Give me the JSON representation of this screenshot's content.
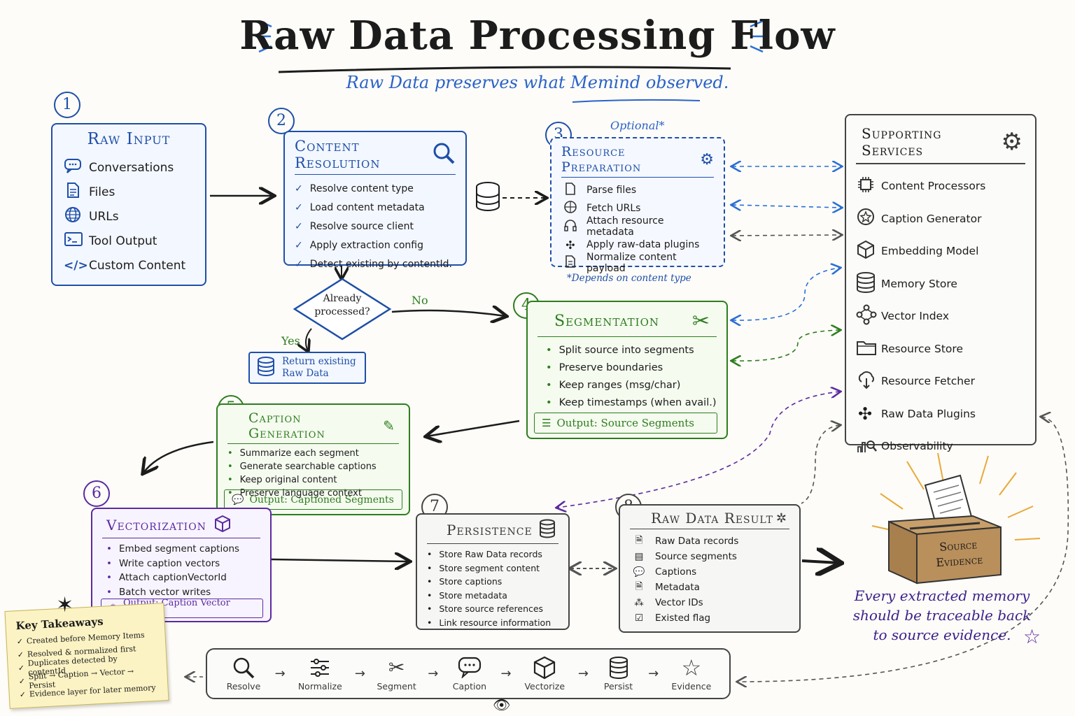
{
  "title": "Raw Data Processing Flow",
  "subtitle": "Raw Data preserves what Memind observed.",
  "step1": {
    "num": "1",
    "title": "Raw Input",
    "items": [
      {
        "icon": "chat-icon",
        "label": "Conversations"
      },
      {
        "icon": "file-icon",
        "label": "Files"
      },
      {
        "icon": "globe-icon",
        "label": "URLs"
      },
      {
        "icon": "terminal-icon",
        "label": "Tool Output"
      },
      {
        "icon": "code-icon",
        "label": "Custom Content"
      }
    ]
  },
  "step2": {
    "num": "2",
    "title": "Content Resolution",
    "items": [
      "Resolve content type",
      "Load content metadata",
      "Resolve source client",
      "Apply extraction config",
      "Detect existing by contentId."
    ]
  },
  "decision": {
    "label_line1": "Already",
    "label_line2": "processed?",
    "no": "No",
    "yes": "Yes"
  },
  "return_box": {
    "line1": "Return existing",
    "line2": "Raw Data"
  },
  "step3": {
    "num": "3",
    "optional": "Optional*",
    "title": "Resource Preparation",
    "items": [
      {
        "icon": "file-icon",
        "label": "Parse files"
      },
      {
        "icon": "globe-icon",
        "label": "Fetch URLs"
      },
      {
        "icon": "headset-icon",
        "label": "Attach resource metadata"
      },
      {
        "icon": "plugin-icon",
        "label": "Apply raw-data plugins"
      },
      {
        "icon": "file-icon",
        "label": "Normalize content payload"
      }
    ],
    "footnote": "*Depends on content type"
  },
  "step4": {
    "num": "4",
    "title": "Segmentation",
    "items": [
      "Split source into segments",
      "Preserve boundaries",
      "Keep ranges (msg/char)",
      "Keep timestamps (when avail.)"
    ],
    "output": "Output: Source Segments"
  },
  "step5": {
    "num": "5",
    "title": "Caption Generation",
    "items": [
      "Summarize each segment",
      "Generate searchable captions",
      "Keep original content",
      "Preserve language context"
    ],
    "output": "Output: Captioned Segments"
  },
  "step6": {
    "num": "6",
    "title": "Vectorization",
    "items": [
      "Embed segment captions",
      "Write caption vectors",
      "Attach captionVectorId",
      "Batch vector writes"
    ],
    "output": "Output: Caption Vector Index"
  },
  "step7": {
    "num": "7",
    "title": "Persistence",
    "items": [
      "Store Raw Data records",
      "Store segment content",
      "Store captions",
      "Store metadata",
      "Store source references",
      "Link resource information"
    ]
  },
  "step8": {
    "num": "8",
    "title": "Raw Data Result",
    "items": [
      {
        "icon": "file-icon",
        "label": "Raw Data records"
      },
      {
        "icon": "list-icon",
        "label": "Source segments"
      },
      {
        "icon": "chat-icon",
        "label": "Captions"
      },
      {
        "icon": "file-icon",
        "label": "Metadata"
      },
      {
        "icon": "nodes-icon",
        "label": "Vector IDs"
      },
      {
        "icon": "checkbox-icon",
        "label": "Existed flag"
      }
    ]
  },
  "services": {
    "title": "Supporting Services",
    "items": [
      {
        "icon": "chip-icon",
        "label": "Content Processors"
      },
      {
        "icon": "star-bubble-icon",
        "label": "Caption Generator"
      },
      {
        "icon": "cube-icon",
        "label": "Embedding Model"
      },
      {
        "icon": "database-icon",
        "label": "Memory Store"
      },
      {
        "icon": "nodes-icon",
        "label": "Vector Index"
      },
      {
        "icon": "folder-icon",
        "label": "Resource Store"
      },
      {
        "icon": "cloud-download-icon",
        "label": "Resource Fetcher"
      },
      {
        "icon": "puzzle-icon",
        "label": "Raw Data Plugins"
      },
      {
        "icon": "chart-search-icon",
        "label": "Observability"
      }
    ]
  },
  "evidence": {
    "box_line1": "Source",
    "box_line2": "Evidence",
    "caption_line1": "Every extracted memory",
    "caption_line2": "should be traceable back",
    "caption_line3": "to source evidence."
  },
  "takeaways": {
    "title": "Key Takeaways",
    "items": [
      "Created before Memory Items",
      "Resolved & normalized first",
      "Duplicates detected by contentId",
      "Split → Caption → Vector → Persist",
      "Evidence layer for later memory"
    ]
  },
  "pipeline": [
    {
      "icon": "search-icon",
      "label": "Resolve"
    },
    {
      "icon": "sliders-icon",
      "label": "Normalize"
    },
    {
      "icon": "scissors-icon",
      "label": "Segment"
    },
    {
      "icon": "chat-icon",
      "label": "Caption"
    },
    {
      "icon": "cube-icon",
      "label": "Vectorize"
    },
    {
      "icon": "database-icon",
      "label": "Persist"
    },
    {
      "icon": "star-icon",
      "label": "Evidence"
    }
  ],
  "colors": {
    "blue": "#1e4fa8",
    "green": "#2e7d1f",
    "purple": "#5b2aa0",
    "gray": "#444444",
    "yellow_note": "#fcf3c4"
  }
}
